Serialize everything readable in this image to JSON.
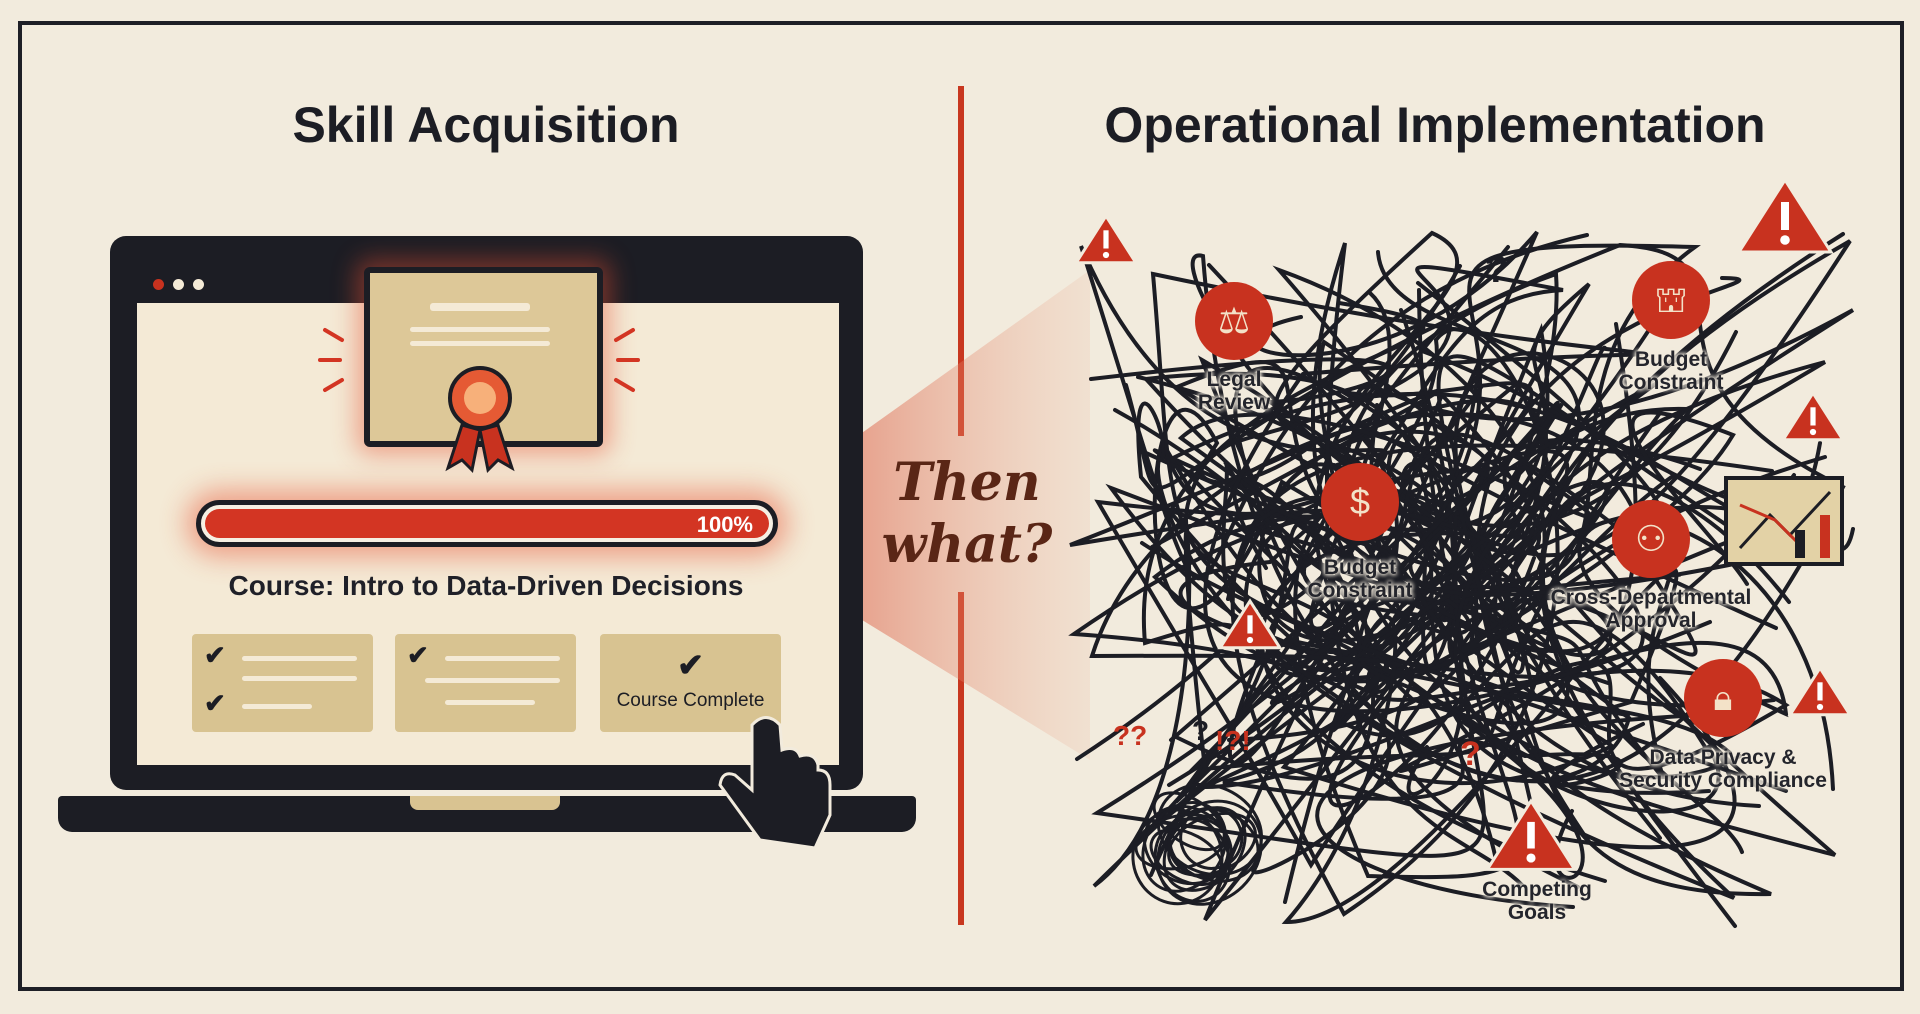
{
  "left_panel": {
    "title": "Skill Acquisition",
    "progress": {
      "value_percent": 100,
      "label": "100%"
    },
    "course_title": "Course: Intro to Data-Driven Decisions",
    "cards": [
      {
        "icon": "checklist-icon"
      },
      {
        "icon": "checklist-icon"
      },
      {
        "icon": "check-icon",
        "label": "Course Complete"
      }
    ],
    "certificate_icon": "certificate-ribbon-icon",
    "cursor_icon": "hand-pointer-icon"
  },
  "center": {
    "question": [
      "Then",
      "what?"
    ]
  },
  "right_panel": {
    "title": "Operational Implementation",
    "obstacles": [
      {
        "icon": "gavel-icon",
        "label_lines": [
          "Legal",
          "Review"
        ]
      },
      {
        "icon": "stamp-icon",
        "label_lines": [
          "Budget",
          "Constraint"
        ]
      },
      {
        "icon": "money-hand-icon",
        "label_lines": [
          "Budget",
          "Constraint"
        ]
      },
      {
        "icon": "people-network-icon",
        "label_lines": [
          "Cross-Departmental",
          "Approval"
        ]
      },
      {
        "icon": "padlock-icon",
        "label_lines": [
          "Data Privacy &",
          "Security Compliance"
        ]
      },
      {
        "icon": "warning-icon",
        "label_lines": [
          "Competing",
          "Goals"
        ]
      }
    ],
    "question_marks": [
      "??",
      "?",
      "!?!",
      "?",
      "?"
    ]
  },
  "colors": {
    "background": "#f2ebdd",
    "accent_red": "#c8321f",
    "ink": "#1c1d24",
    "beige": "#d9c391"
  }
}
